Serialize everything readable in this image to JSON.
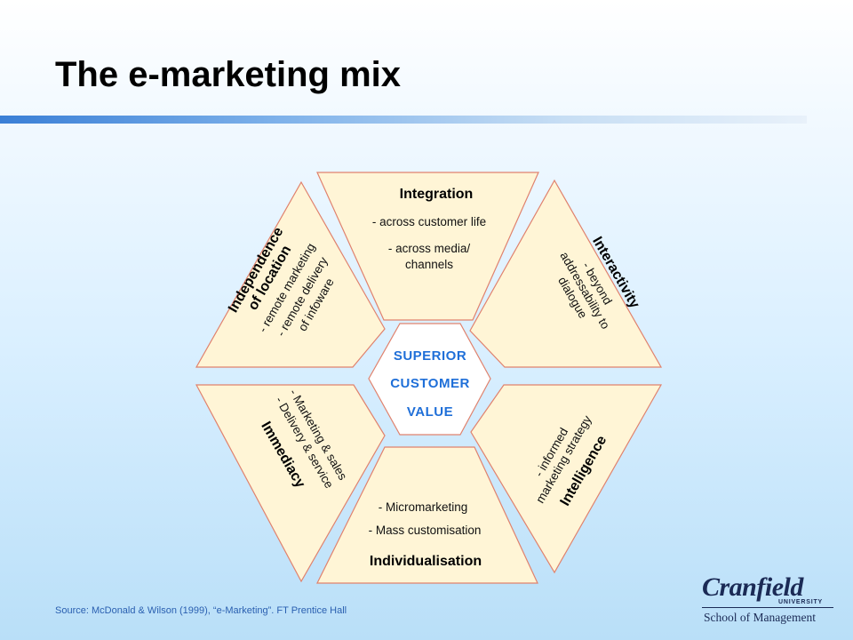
{
  "title": "The e-marketing mix",
  "center": {
    "line1": "SUPERIOR",
    "line2": "CUSTOMER",
    "line3": "VALUE"
  },
  "segments": {
    "integration": {
      "heading": "Integration",
      "items": [
        "- across customer life",
        "- across media/",
        "channels"
      ]
    },
    "interactivity": {
      "heading": "Interactivity",
      "items": [
        "- beyond",
        "addressability to",
        "dialogue"
      ]
    },
    "intelligence": {
      "heading": "Intelligence",
      "items": [
        "- informed",
        "marketing strategy"
      ]
    },
    "individualisation": {
      "heading": "Individualisation",
      "items": [
        "-    Micromarketing",
        "- Mass customisation"
      ]
    },
    "immediacy": {
      "heading": "Immediacy",
      "items": [
        "- Marketing & sales",
        "- Delivery & service"
      ]
    },
    "independence": {
      "heading_line1": "Independence",
      "heading_line2": "of location",
      "items": [
        "- remote marketing",
        "- remote delivery",
        "of infoware"
      ]
    }
  },
  "source": "Source:  McDonald & Wilson (1999), “e-Marketing”.  FT Prentice Hall",
  "logo": {
    "name": "Cranfield",
    "university": "UNIVERSITY",
    "school": "School of Management"
  },
  "colors": {
    "segment_fill": "#fff5d6",
    "segment_border": "#e0826d",
    "center_text": "#1f6fd8",
    "title_bar": "#3a7fd6",
    "logo": "#1b2a55"
  }
}
